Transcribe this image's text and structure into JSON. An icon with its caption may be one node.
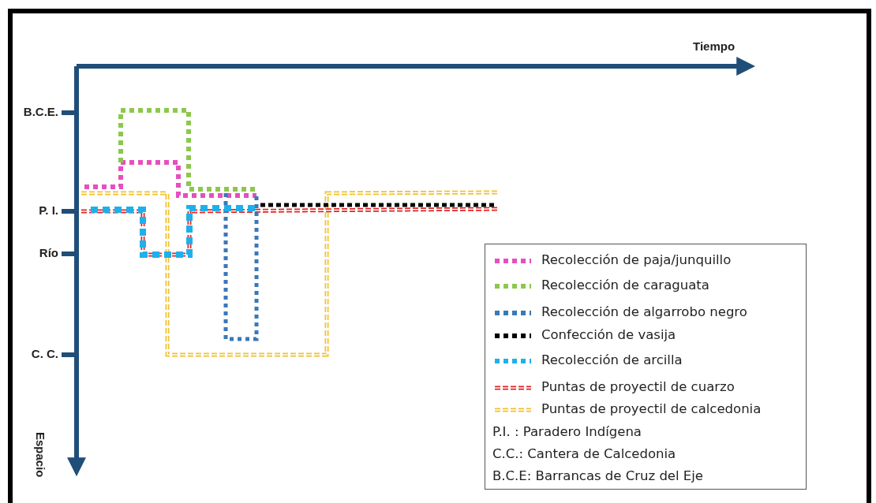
{
  "diagram": {
    "labels": [
      "Tiempo",
      "Espacio",
      "B.C.E.",
      "P. I.",
      "Río",
      "C. C.",
      "P.I. : Paradero Indígena",
      "C.C.: Cantera de Calcedonia",
      "B.C.E: Barrancas de Cruz del Eje"
    ],
    "legend": [
      {
        "text": "Recolección de paja/junquillo",
        "color": "#e64fbf"
      },
      {
        "text": "Recolección de caraguata",
        "color": "#8cc84b"
      },
      {
        "text": "Recolección de algarrobo negro",
        "color": "#3a78b8"
      },
      {
        "text": "Confección de vasija",
        "color": "#000000"
      },
      {
        "text": "Recolección de arcilla",
        "color": "#1fb0ea"
      },
      {
        "text": "Puntas de proyectil de cuarzo",
        "color": "#e02424"
      },
      {
        "text": "Puntas de proyectil de calcedonia",
        "color": "#f2c12e"
      }
    ]
  }
}
